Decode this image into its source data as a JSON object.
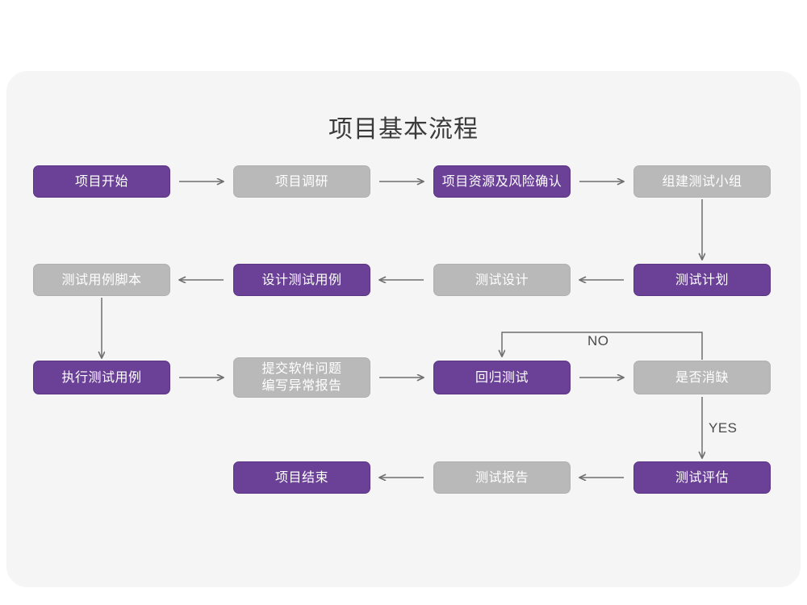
{
  "diagram": {
    "title": "项目基本流程",
    "colors": {
      "canvas": "#ffffff",
      "card": "#f5f5f5",
      "purple": "#6a4196",
      "purple_border": "#5b3583",
      "gray": "#b9b9b9",
      "gray_border": "#b0b0b0",
      "node_text": "#ffffff",
      "title_text": "#3b3b3b",
      "connector": "#6f6f6f"
    },
    "nodes": [
      {
        "id": "n1",
        "label": "项目开始",
        "style": "purple"
      },
      {
        "id": "n2",
        "label": "项目调研",
        "style": "gray"
      },
      {
        "id": "n3",
        "label": "项目资源及风险确认",
        "style": "purple"
      },
      {
        "id": "n4",
        "label": "组建测试小组",
        "style": "gray"
      },
      {
        "id": "n5",
        "label": "测试计划",
        "style": "purple"
      },
      {
        "id": "n6",
        "label": "测试设计",
        "style": "gray"
      },
      {
        "id": "n7",
        "label": "设计测试用例",
        "style": "purple"
      },
      {
        "id": "n8",
        "label": "测试用例脚本",
        "style": "gray"
      },
      {
        "id": "n9",
        "label": "执行测试用例",
        "style": "purple"
      },
      {
        "id": "n10",
        "label": "提交软件问题\n编写异常报告",
        "style": "gray"
      },
      {
        "id": "n11",
        "label": "回归测试",
        "style": "purple"
      },
      {
        "id": "n12",
        "label": "是否消缺",
        "style": "gray"
      },
      {
        "id": "n13",
        "label": "测试评估",
        "style": "purple"
      },
      {
        "id": "n14",
        "label": "测试报告",
        "style": "gray"
      },
      {
        "id": "n15",
        "label": "项目结束",
        "style": "purple"
      }
    ],
    "edge_labels": {
      "no": "NO",
      "yes": "YES"
    }
  }
}
